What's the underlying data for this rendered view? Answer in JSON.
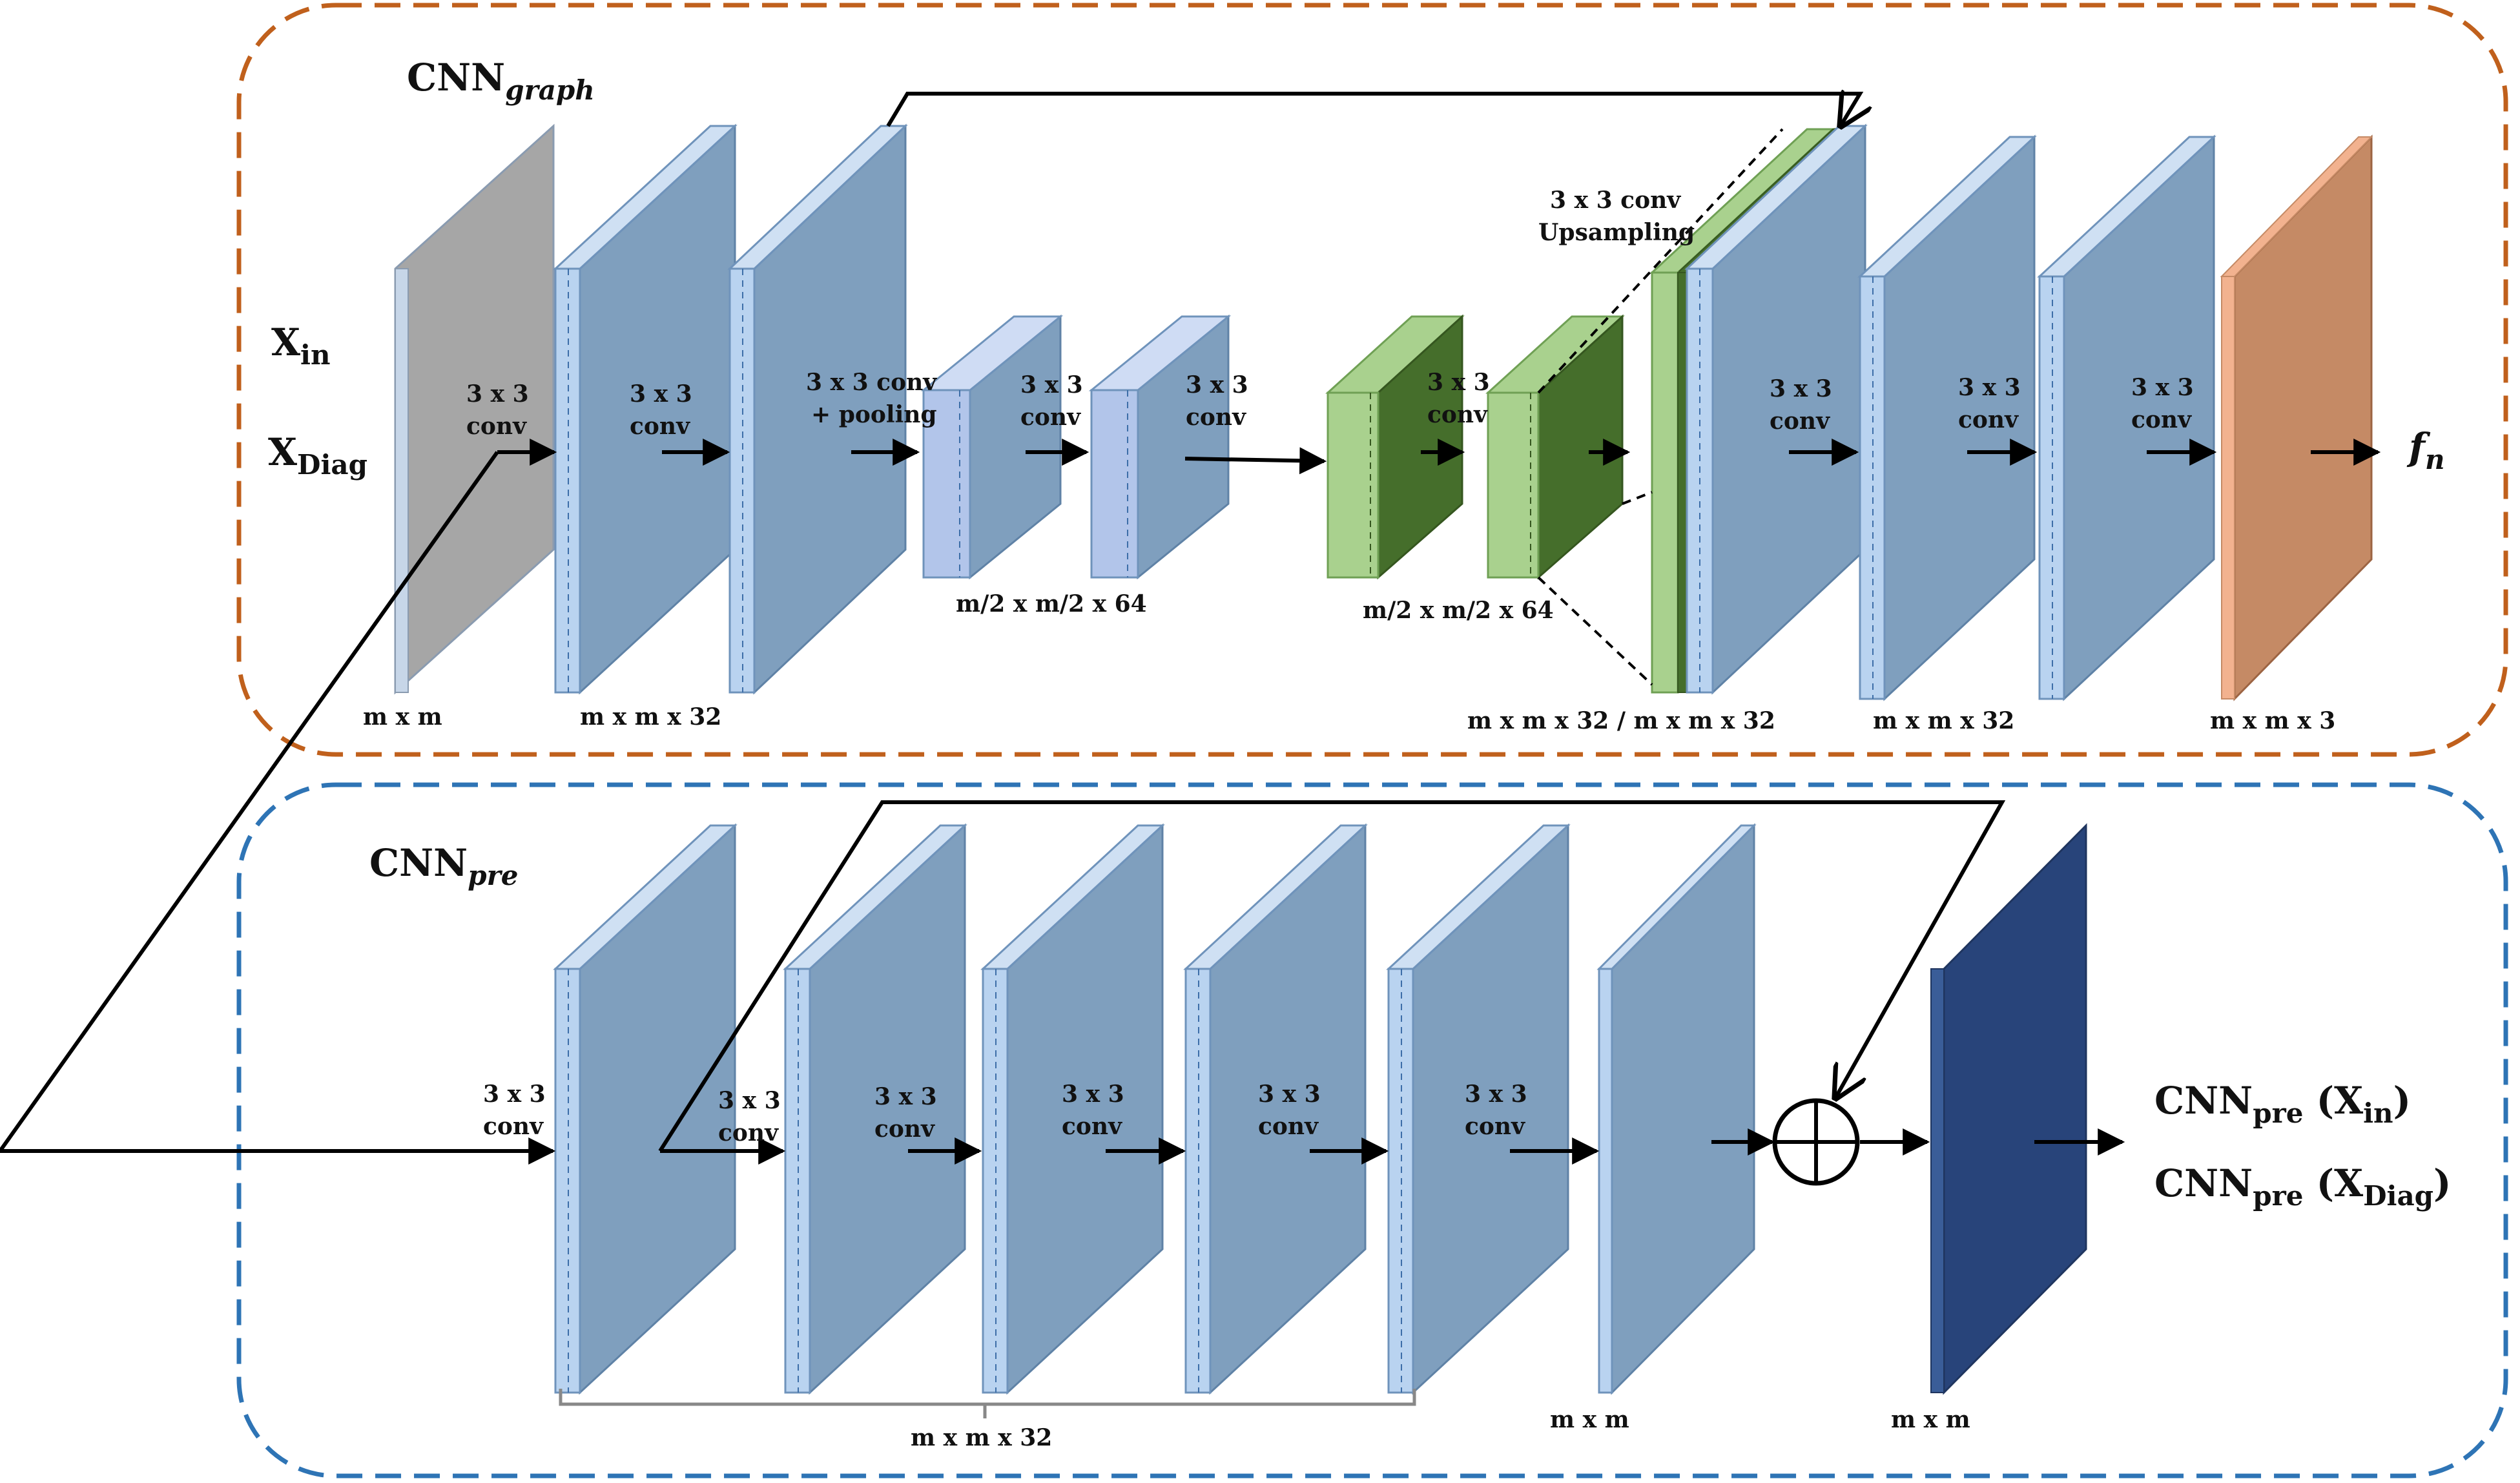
{
  "figure": {
    "top_panel": {
      "title_main": "CNN",
      "title_sub": "graph",
      "input_label_1_main": "X",
      "input_label_1_sub": "in",
      "input_label_2_main": "X",
      "input_label_2_sub": "Diag",
      "output_label_main": "f",
      "output_label_sub": "n",
      "ops": [
        [
          "3 x 3",
          "conv"
        ],
        [
          "3 x 3",
          "conv"
        ],
        [
          "3 x 3 conv",
          "+ pooling"
        ],
        [
          "3 x 3",
          "conv"
        ],
        [
          "3 x 3",
          "conv"
        ],
        [
          "3 x 3",
          "conv"
        ],
        [
          "3 x 3 conv",
          "Upsampling"
        ],
        [
          "3 x 3",
          "conv"
        ],
        [
          "3 x 3",
          "conv"
        ],
        [
          "3 x 3",
          "conv"
        ]
      ],
      "dims": [
        "m x m",
        "m x m x 32",
        "m/2 x m/2 x 64",
        "m/2 x m/2 x 64",
        "m x m x 32 / m x m x 32",
        "m x m x 32",
        "m x m x 3"
      ]
    },
    "bottom_panel": {
      "title_main": "CNN",
      "title_sub": "pre",
      "ops": [
        [
          "3 x 3",
          "conv"
        ],
        [
          "3 x 3",
          "conv"
        ],
        [
          "3 x 3",
          "conv"
        ],
        [
          "3 x 3",
          "conv"
        ],
        [
          "3 x 3",
          "conv"
        ],
        [
          "3 x 3",
          "conv"
        ]
      ],
      "dims": [
        "m x m x 32",
        "m x m",
        "m x m"
      ],
      "output_1_main": "CNN",
      "output_1_sub": "pre",
      "output_1_arg_main": "X",
      "output_1_arg_sub": "in",
      "output_2_main": "CNN",
      "output_2_sub": "pre",
      "output_2_arg_main": "X",
      "output_2_arg_sub": "Diag"
    },
    "colors": {
      "top_border": "#c0601c",
      "bottom_border": "#2e74b5",
      "input_layer": "#a6a6a6",
      "conv_layer": "#7f9fbe",
      "conv_edge": "#b9d3f0",
      "green_light": "#a9d18e",
      "green_dark": "#456e2b",
      "output_layer": "#c58a65",
      "final_layer": "#28447a"
    }
  }
}
